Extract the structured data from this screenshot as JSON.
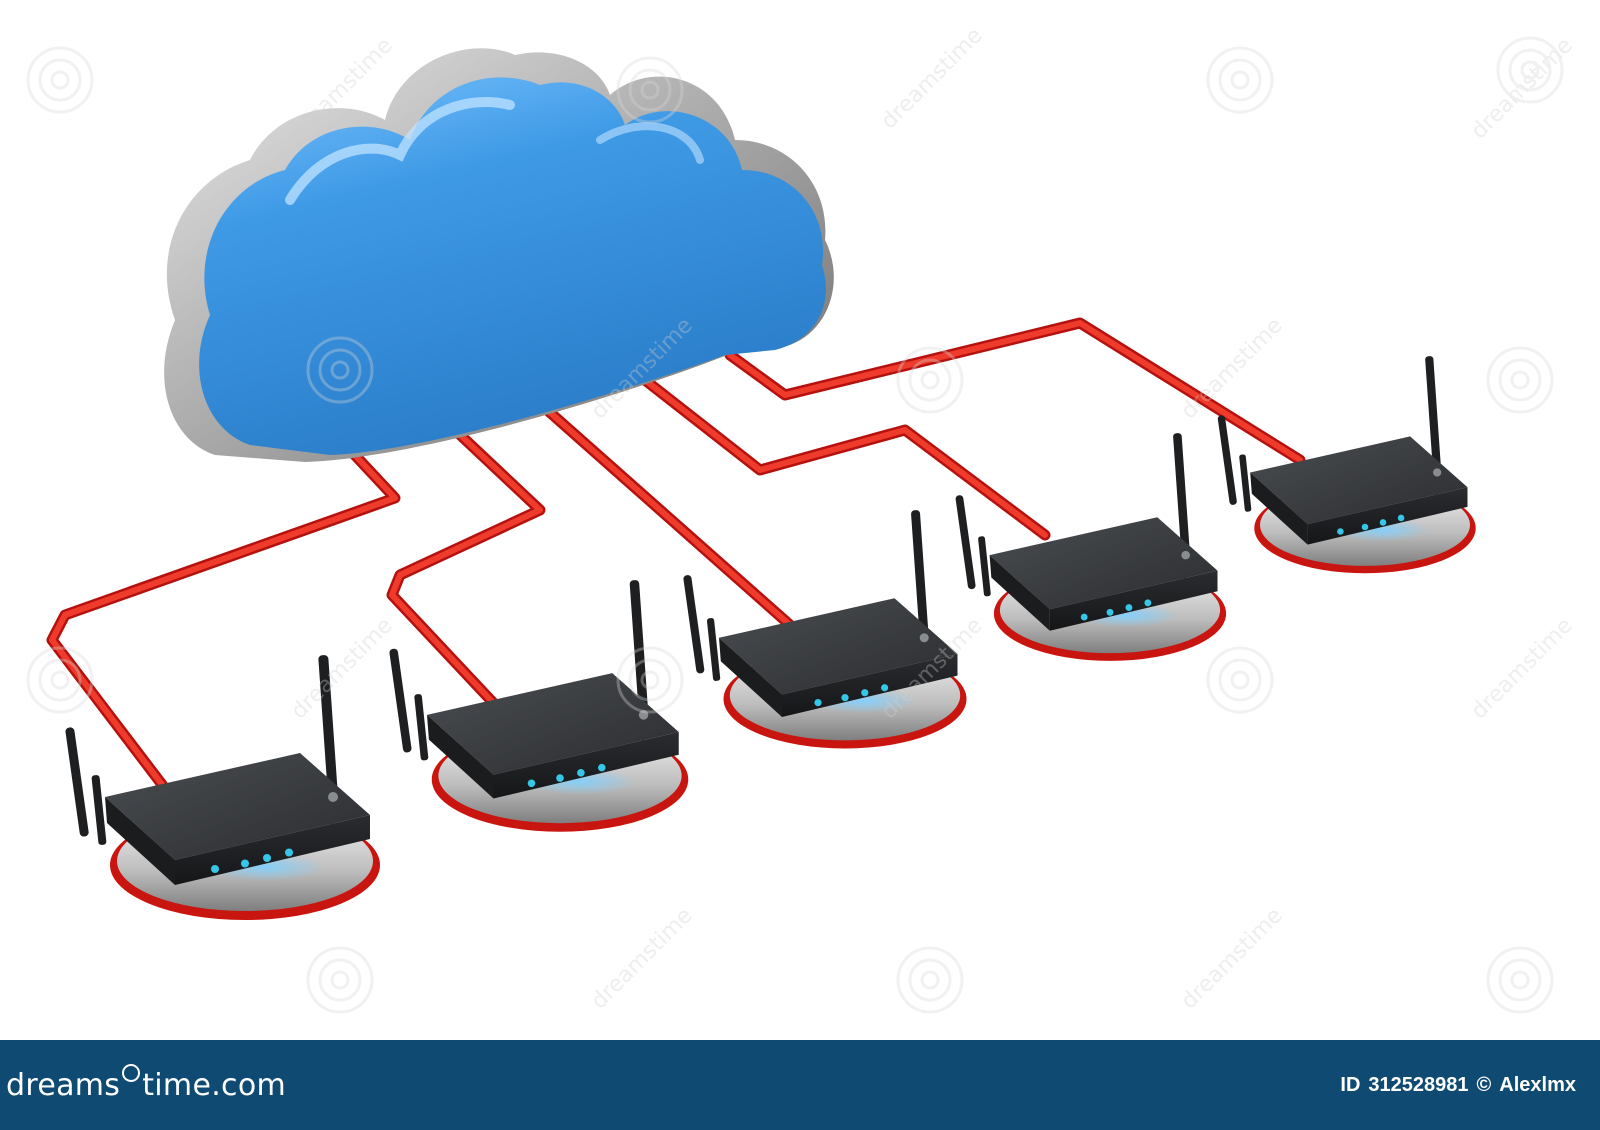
{
  "watermark": {
    "brand_part1": "dreams",
    "brand_part2": "time.com",
    "tile_text": "dreamstime"
  },
  "footer": {
    "id_label": "ID",
    "id_number": "312528981",
    "copyright_symbol": "©",
    "author": "Alexlmx"
  },
  "colors": {
    "cloud_blue": "#3a8fd6",
    "cable_red": "#e0221b",
    "router_body": "#2f3235",
    "footer_bar": "#0f4a73",
    "led_cyan": "#36c6e8"
  },
  "scene": {
    "routers": [
      {
        "name": "router-1",
        "leds": [
          "power-icon",
          "globe-icon",
          "wifi-icon",
          "wifi-icon"
        ]
      },
      {
        "name": "router-2",
        "leds": [
          "power-icon",
          "globe-icon",
          "wifi-icon",
          "wifi-icon"
        ]
      },
      {
        "name": "router-3",
        "leds": [
          "power-icon",
          "globe-icon",
          "wifi-icon",
          "wifi-icon"
        ]
      },
      {
        "name": "router-4",
        "leds": [
          "power-icon",
          "globe-icon",
          "wifi-icon",
          "wifi-icon"
        ]
      },
      {
        "name": "router-5",
        "leds": [
          "power-icon",
          "globe-icon",
          "wifi-icon",
          "wifi-icon"
        ]
      }
    ]
  }
}
